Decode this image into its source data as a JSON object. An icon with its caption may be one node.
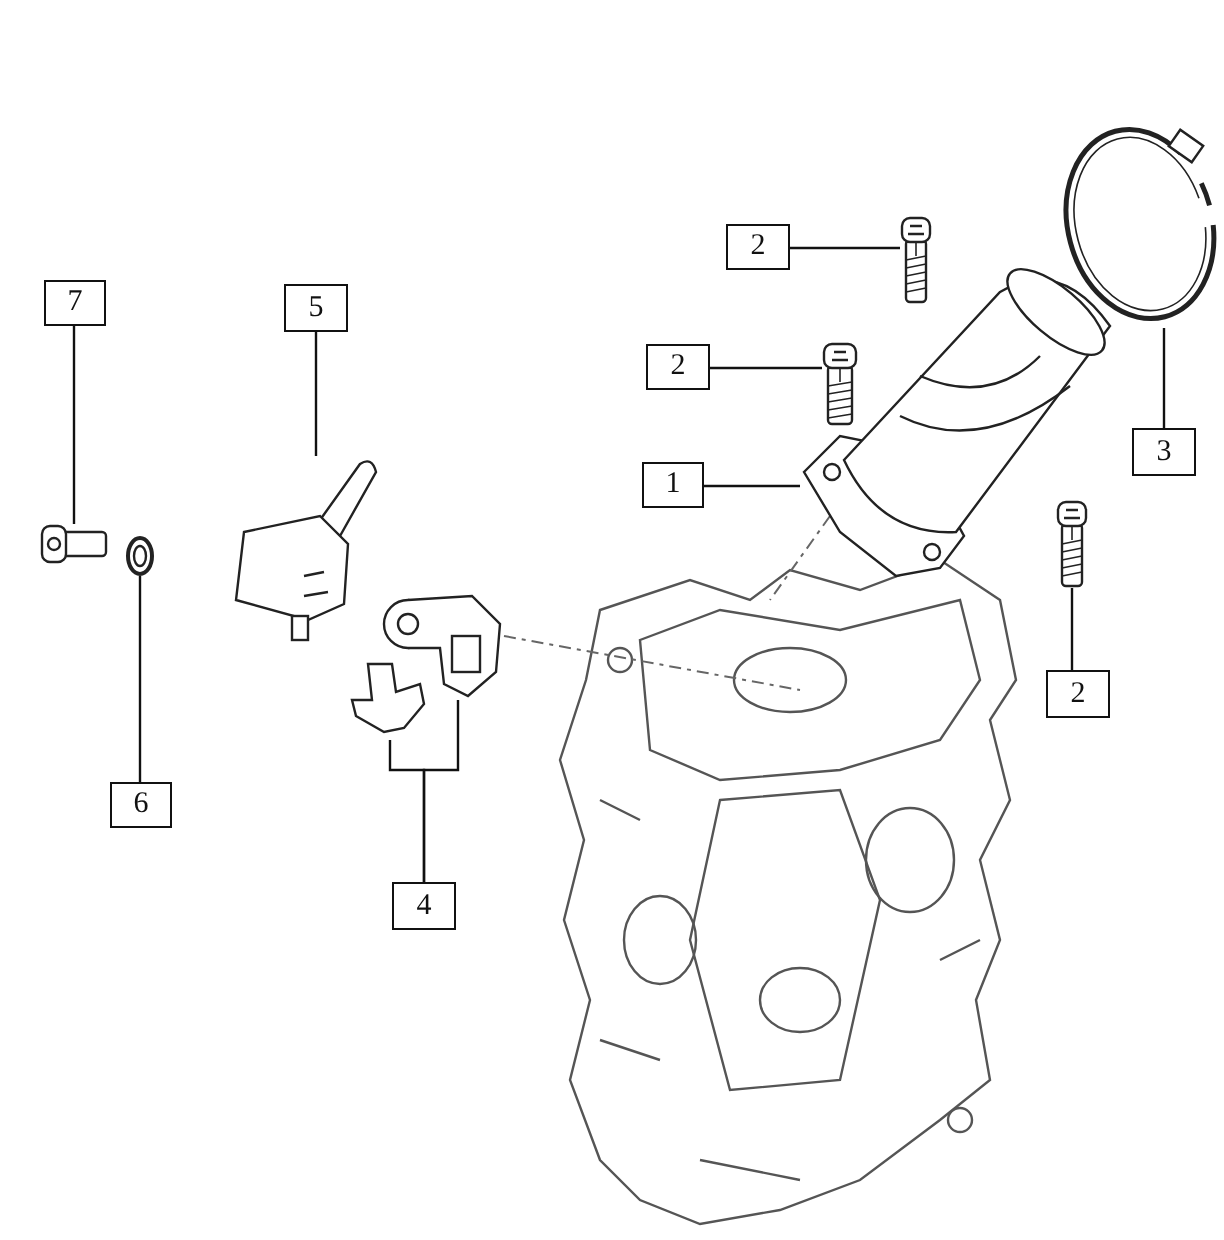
{
  "diagram": {
    "nodes": [
      {
        "text": [
          "2"
        ]
      },
      {
        "text": [
          "7"
        ]
      },
      {
        "text": [
          "5"
        ]
      },
      {
        "text": [
          "2"
        ]
      },
      {
        "text": [
          "3"
        ]
      },
      {
        "text": [
          "1"
        ]
      },
      {
        "text": [
          "2"
        ]
      },
      {
        "text": [
          "6"
        ]
      },
      {
        "text": [
          "4"
        ]
      },
      {
        "text": [],
        "shape": "picture"
      },
      {
        "text": [],
        "shape": "picture"
      },
      {
        "text": [],
        "shape": "picture"
      },
      {
        "text": [],
        "shape": "picture"
      },
      {
        "text": [],
        "shape": "picture"
      },
      {
        "text": [],
        "shape": "picture"
      },
      {
        "text": [],
        "shape": "picture"
      },
      {
        "text": [],
        "shape": "picture"
      },
      {
        "text": [],
        "shape": "picture"
      },
      {
        "text": [],
        "shape": "picture"
      }
    ],
    "edges": [
      {
        "from": 0,
        "to": 9,
        "arrow": "none"
      },
      {
        "from": 1,
        "to": 13,
        "arrow": "none"
      },
      {
        "from": 2,
        "to": 15,
        "arrow": "none"
      },
      {
        "from": 3,
        "to": 11,
        "arrow": "none"
      },
      {
        "from": 4,
        "to": 10,
        "arrow": "none"
      },
      {
        "from": 5,
        "to": 12,
        "arrow": "none"
      },
      {
        "from": 6,
        "to": 18,
        "arrow": "none"
      },
      {
        "from": 7,
        "to": 14,
        "arrow": "none"
      },
      {
        "from": 8,
        "to": 16,
        "arrow": "none"
      },
      {
        "from": 8,
        "to": 17,
        "arrow": "none"
      }
    ]
  }
}
